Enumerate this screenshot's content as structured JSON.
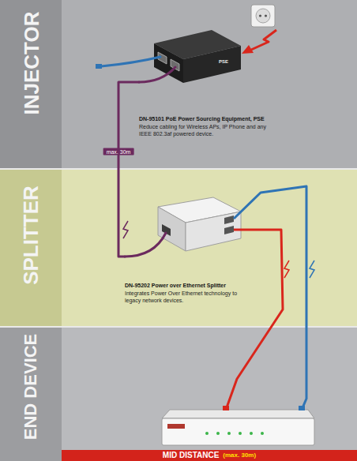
{
  "diagram": {
    "nodes": [
      {
        "text": [
          "INJECTOR"
        ]
      },
      {
        "text": [
          "DN-95101 PoE Power Sourcing Equipment, PSE",
          "Reduce cabling for Wireless APs, IP Phone and any IEEE 802.3af powered device."
        ],
        "in": 0
      },
      {
        "text": [
          "SPLITTER"
        ]
      },
      {
        "text": [
          "DN-95202 Power over Ethernet Splitter",
          "Integrates Power Over Ethernet technology to legacy network devices."
        ],
        "in": 2
      },
      {
        "text": [
          "END DEVICE"
        ]
      },
      {
        "text": [
          "MID DISTANCE",
          "(max. 30m)"
        ]
      }
    ],
    "edges": [
      {
        "from": 1,
        "to": 3,
        "label": "max. 30m",
        "arrow": "none"
      }
    ],
    "labels": [
      "PSE"
    ]
  }
}
